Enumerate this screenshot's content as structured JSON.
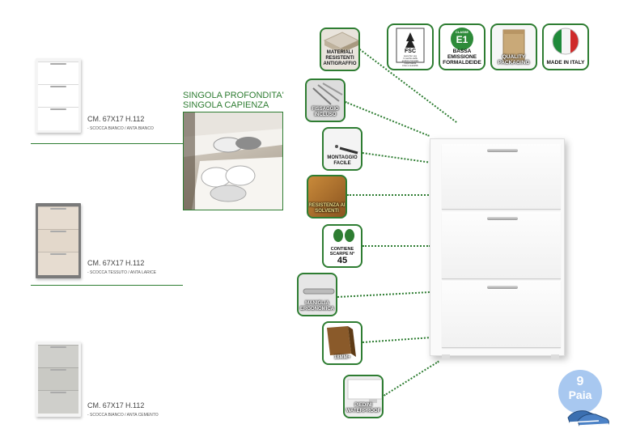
{
  "variants": [
    {
      "dims_prefix": "CM.",
      "dims": "67X17",
      "height_prefix": "H.",
      "height": "112",
      "finish": "- SCOCCA BIANCO / ANTA BIANCO",
      "body_color": "#f4f4f4",
      "front_color": "#ffffff"
    },
    {
      "dims_prefix": "CM.",
      "dims": "67X17",
      "height_prefix": "H.",
      "height": "112",
      "finish": "- SCOCCA TESSUTO / ANTA LARICE",
      "body_color": "#7a7a7a",
      "front_color": "#e6dcd0"
    },
    {
      "dims_prefix": "CM.",
      "dims": "67X17",
      "height_prefix": "H.",
      "height": "112",
      "finish": "- SCOCCA BIANCO / ANTA CEMENTO",
      "body_color": "#f4f4f4",
      "front_color": "#cfcfcb"
    }
  ],
  "depth_caption": {
    "line1": "SINGOLA PROFONDITA'",
    "line2": "SINGOLA CAPIENZA"
  },
  "features": [
    {
      "label": "MATERIALI RESISTENTI ANTIGRAFFIO",
      "icon": "wood-board-icon"
    },
    {
      "label": "FISSAGGIO INCLUSO",
      "icon": "screws-icon"
    },
    {
      "label": "MONTAGGIO FACILE",
      "icon": "screwdriver-icon"
    },
    {
      "label": "RESISTENZA AI SOLVENTI",
      "icon": "wood-texture-icon"
    },
    {
      "label": "CONTIENE SCARPE N°",
      "value": "45",
      "icon": "footprints-icon"
    },
    {
      "label": "MANIGLIA ERGONOMICA",
      "icon": "handle-icon"
    },
    {
      "label": "18MM+",
      "icon": "board-edge-icon"
    },
    {
      "label": "PIEDINI WATERPROOF",
      "icon": "cabinet-foot-icon"
    }
  ],
  "certifications": [
    {
      "label": "",
      "title": "FSC",
      "sub": "www.fsc.org",
      "note": "Il marchio della gestione forestale responsabile",
      "code": "FSC-C143156",
      "icon": "fsc-tree-icon"
    },
    {
      "label": "BASSA EMISSIONE FORMALDEIDE",
      "badge_top": "CLASSE",
      "badge": "E1",
      "icon": "e1-badge-icon"
    },
    {
      "label": "QUALITY PACKAGING",
      "icon": "box-icon"
    },
    {
      "label": "MADE IN ITALY",
      "icon": "italy-flag-icon"
    }
  ],
  "capacity_badge": {
    "number": "9",
    "unit": "Paia"
  },
  "colors": {
    "accent_green": "#2e7d32",
    "badge_blue": "#a8c8f0",
    "shoe_blue": "#3b6fb0"
  }
}
